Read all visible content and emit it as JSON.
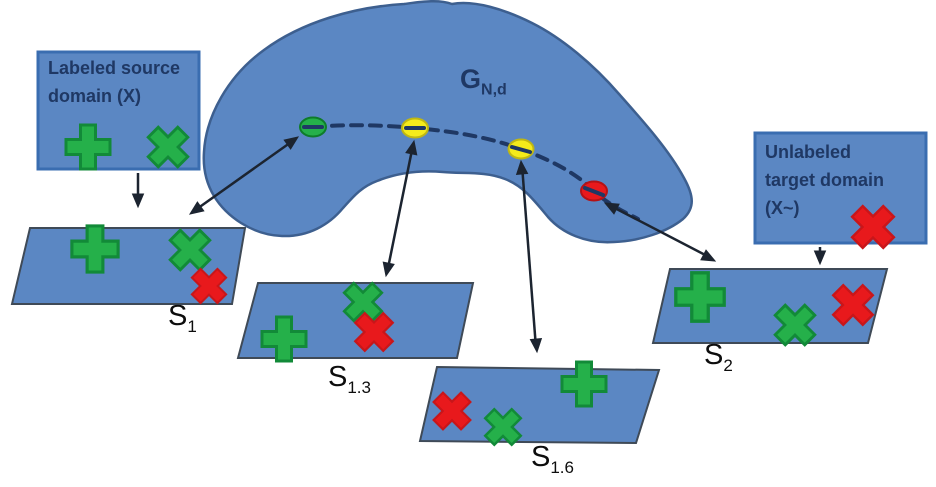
{
  "figure": {
    "type": "domain-adaptation-manifold-diagram"
  },
  "manifold": {
    "label": "G",
    "label_sub": "N,d"
  },
  "source_box": {
    "line1": "Labeled source",
    "line2": "domain (X)",
    "marks": [
      "green-plus-icon",
      "green-cross-icon"
    ]
  },
  "target_box": {
    "line1": "Unlabeled",
    "line2": "target domain",
    "line3": "(X~)",
    "marks": [
      "red-cross-icon"
    ]
  },
  "subspaces": [
    {
      "label": "S",
      "sub": "1",
      "marks": [
        "green-plus-icon",
        "green-cross-icon",
        "red-cross-icon"
      ]
    },
    {
      "label": "S",
      "sub": "1.3",
      "marks": [
        "green-plus-icon",
        "green-cross-icon",
        "red-cross-icon"
      ]
    },
    {
      "label": "S",
      "sub": "1.6",
      "marks": [
        "red-cross-icon",
        "green-cross-icon",
        "green-plus-icon"
      ]
    },
    {
      "label": "S",
      "sub": "2",
      "marks": [
        "green-plus-icon",
        "green-cross-icon",
        "red-cross-icon"
      ]
    }
  ],
  "geodesic_points": [
    {
      "name": "point-s1",
      "color": "green"
    },
    {
      "name": "point-s1.3",
      "color": "yellow"
    },
    {
      "name": "point-s1.6",
      "color": "yellow"
    },
    {
      "name": "point-s2",
      "color": "red"
    }
  ],
  "colors": {
    "panel_blue": "#5b87c3",
    "panel_border": "#3a6db0",
    "manifold_border": "#3d5f8f",
    "parallelogram_border": "#3f4a57",
    "dark_navy": "#1f3864",
    "green": "#25b04a",
    "green_dark": "#128a38",
    "red": "#e8191c",
    "red_dark": "#c8161a",
    "yellow": "#f5eb1a",
    "yellow_dark": "#bfb714",
    "arrow": "#1c2430",
    "label_black": "#0d0d0d"
  }
}
